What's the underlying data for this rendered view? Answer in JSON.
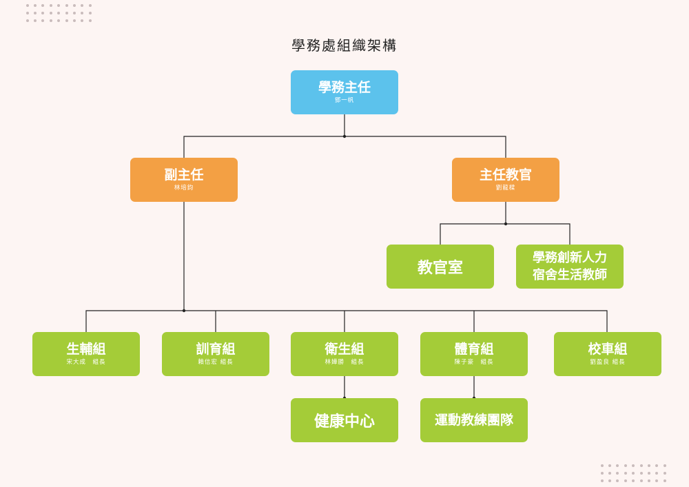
{
  "title": "學務處組織架構",
  "colors": {
    "head": "#5cc2ec",
    "deputy": "#f3a044",
    "unit": "#a4cc38",
    "line": "#222222"
  },
  "nodes": {
    "director": {
      "title": "學務主任",
      "name": "鄧一帆"
    },
    "vice_director": {
      "title": "副主任",
      "name": "林培鈞"
    },
    "chief_instructor": {
      "title": "主任教官",
      "name": "劉龍樑"
    },
    "military_office": {
      "title": "教官室"
    },
    "dorm_teacher": {
      "line1": "學務創新人力",
      "line2": "宿舍生活教師"
    },
    "guidance": {
      "title": "生輔組",
      "name": "宋大成　組長"
    },
    "training": {
      "title": "訓育組",
      "name": "賴信宏 組長"
    },
    "health": {
      "title": "衛生組",
      "name": "林嬅勝　組長"
    },
    "sports": {
      "title": "體育組",
      "name": "陳子豪　組長"
    },
    "bus": {
      "title": "校車組",
      "name": "劉盈良 組長"
    },
    "health_center": {
      "title": "健康中心"
    },
    "coach_team": {
      "title": "運動教練團隊"
    }
  }
}
